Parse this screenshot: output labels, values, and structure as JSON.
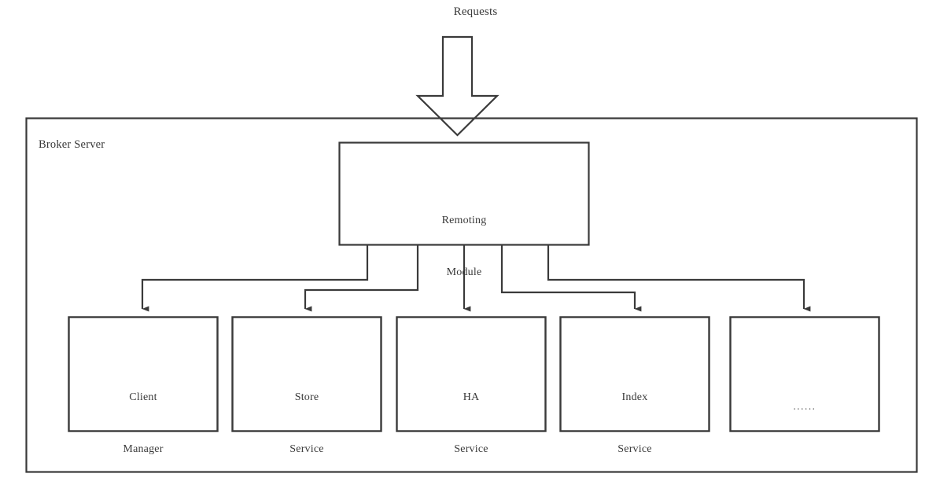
{
  "diagram": {
    "type": "block-architecture",
    "title_label": "Requests",
    "container": {
      "label": "Broker Server"
    },
    "remoting_module": {
      "name": "remoting-module",
      "line1": "Remoting",
      "line2": "Module"
    },
    "services": [
      {
        "name": "client-manager",
        "line1": "Client",
        "line2": "Manager"
      },
      {
        "name": "store-service",
        "line1": "Store",
        "line2": "Service"
      },
      {
        "name": "ha-service",
        "line1": "HA",
        "line2": "Service"
      },
      {
        "name": "index-service",
        "line1": "Index",
        "line2": "Service"
      },
      {
        "name": "more-services",
        "line1": "",
        "line2": "......"
      }
    ],
    "colors": {
      "stroke": "#3a3a3a",
      "text": "#3a3a3a",
      "fill": "#ffffff",
      "background": "#ffffff"
    },
    "flow": {
      "inbound_arrow": "down-block-arrow",
      "connector_count": 5,
      "connector_style": "orthogonal-elbow-with-arrowhead"
    }
  }
}
